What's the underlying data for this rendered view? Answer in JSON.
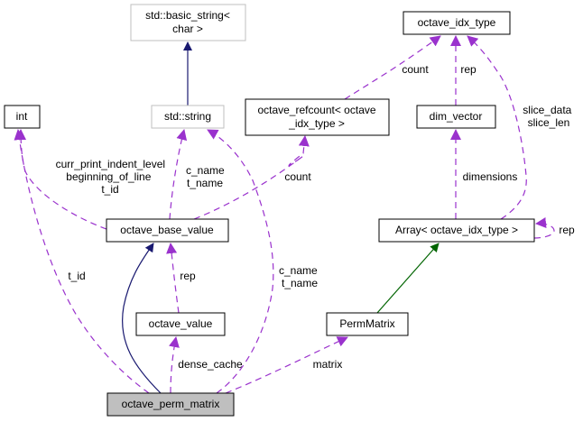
{
  "diagram": {
    "title": "Collaboration diagram for octave_perm_matrix",
    "colors": {
      "node_border": "#000000",
      "node_border_external": "#bfbfbf",
      "node_fill": "#ffffff",
      "focus_fill": "#bfbfbf",
      "inheritance_public": "#191970",
      "inheritance_template": "#006400",
      "usage": "#9a32cd"
    },
    "nodes": {
      "basic_string": {
        "lines": [
          "std::basic_string<",
          "char >"
        ],
        "external": true
      },
      "int": {
        "lines": [
          "int"
        ]
      },
      "std_string": {
        "lines": [
          "std::string"
        ],
        "external": true
      },
      "refcount": {
        "lines": [
          "octave_refcount< octave",
          "_idx_type >"
        ]
      },
      "idx_type": {
        "lines": [
          "octave_idx_type"
        ]
      },
      "dim_vector": {
        "lines": [
          "dim_vector"
        ]
      },
      "base_value": {
        "lines": [
          "octave_base_value"
        ]
      },
      "array": {
        "lines": [
          "Array< octave_idx_type >"
        ]
      },
      "octave_value": {
        "lines": [
          "octave_value"
        ]
      },
      "perm_matrix_cls": {
        "lines": [
          "PermMatrix"
        ]
      },
      "perm_matrix": {
        "lines": [
          "octave_perm_matrix"
        ],
        "focus": true
      }
    },
    "edge_labels": {
      "base_to_int": [
        "curr_print_indent_level",
        "beginning_of_line",
        "t_id"
      ],
      "base_to_string": [
        "c_name",
        "t_name"
      ],
      "base_to_refcount": [
        "count"
      ],
      "refcount_to_idx": [
        "count"
      ],
      "dim_to_idx": [
        "rep"
      ],
      "array_to_idx": [
        "slice_data",
        "slice_len"
      ],
      "array_to_dim": [
        "dimensions"
      ],
      "array_self": [
        "rep"
      ],
      "perm_to_int": [
        "t_id"
      ],
      "value_to_base": [
        "rep"
      ],
      "perm_to_string": [
        "c_name",
        "t_name"
      ],
      "perm_to_value": [
        "dense_cache"
      ],
      "perm_to_permmatrix": [
        "matrix"
      ]
    }
  }
}
